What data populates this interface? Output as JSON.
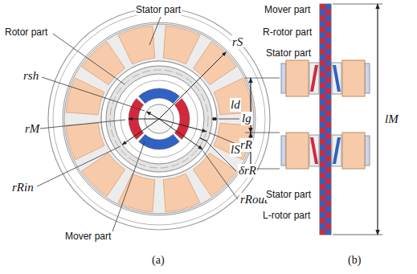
{
  "diagram": {
    "labels": [
      "Rotor part",
      "Stator part",
      "rS",
      "rsh",
      "lg",
      "rM",
      "rR",
      "rRin",
      "δrR",
      "rRout",
      "Mover part",
      "(a)",
      "Mover part",
      "R-rotor part",
      "Stator part",
      "ld",
      "lS",
      "Stator part",
      "L-rotor part",
      "lM",
      "(b)"
    ]
  }
}
